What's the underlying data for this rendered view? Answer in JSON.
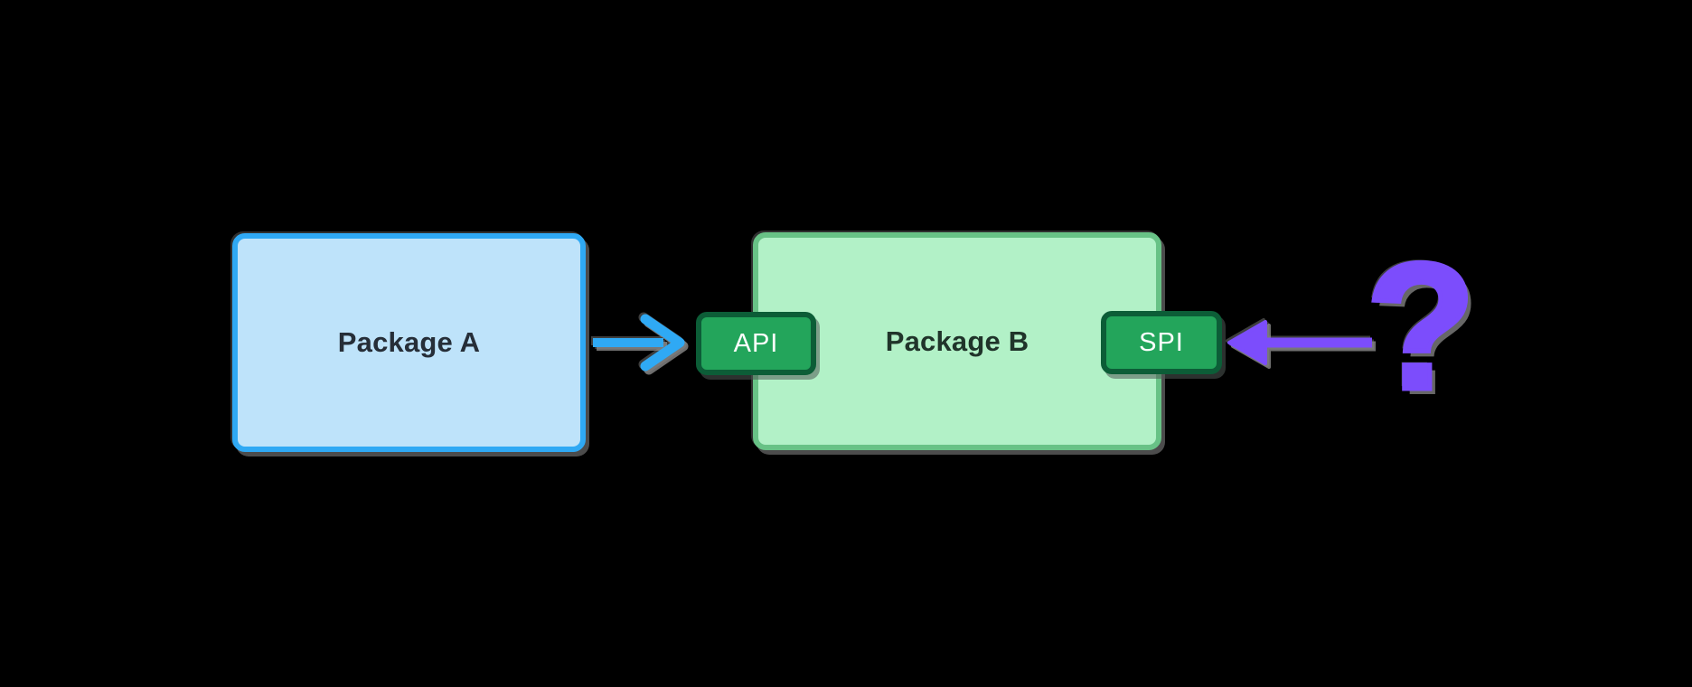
{
  "canvas": {
    "background": "#000000"
  },
  "packages": {
    "a": {
      "label": "Package A",
      "fill": "#BEE3FA",
      "border_color": "#2FA9F4",
      "text_color": "#262E38"
    },
    "b": {
      "label": "Package B",
      "fill": "#B2F1C7",
      "border_color": "#68C286",
      "text_color": "#20342A"
    }
  },
  "badges": {
    "api": {
      "label": "API",
      "fill": "#23A55B",
      "border_color": "#0C5D37",
      "text_color": "#FFFFFF"
    },
    "spi": {
      "label": "SPI",
      "fill": "#23A55B",
      "border_color": "#0C5D37",
      "text_color": "#FFFFFF"
    }
  },
  "arrows": {
    "api_call": {
      "color": "#2FA9F4",
      "direction": "right",
      "from": "package-a",
      "to": "api-badge"
    },
    "spi_caller": {
      "color": "#7C4DFC",
      "direction": "left",
      "from": "question-mark",
      "to": "spi-badge"
    },
    "shadow_color": "#8A8A8A"
  },
  "question_mark": {
    "glyph": "?",
    "color": "#7C4DFC"
  }
}
